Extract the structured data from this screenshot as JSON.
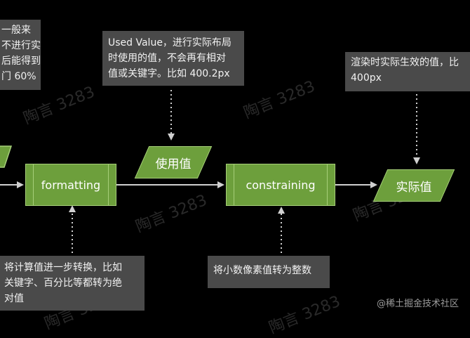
{
  "notes": {
    "left_top": "一般来\n不进行实\n后能得到\n门 60%",
    "used_value": "Used Value，进行实际布局\n时使用的值，不会再有相对\n值或关键字。比如 400.2px",
    "actual_value": "渲染时实际生效的值，比\n400px",
    "formatting_desc": "将计算值进一步转换，比如\n关键字、百分比等都转为绝\n对值",
    "constraining_desc": "将小数像素值转为整数"
  },
  "nodes": {
    "formatting": "formatting",
    "constraining": "constraining",
    "used_value": "使用值",
    "actual_value": "实际值"
  },
  "watermark": "陶言 3283",
  "credit": "@稀土掘金技术社区",
  "colors": {
    "background": "#000000",
    "node_fill": "#6d9f3c",
    "node_border": "#a6cf79",
    "note_fill": "#4a4a4a",
    "arrow": "#cccccc"
  }
}
